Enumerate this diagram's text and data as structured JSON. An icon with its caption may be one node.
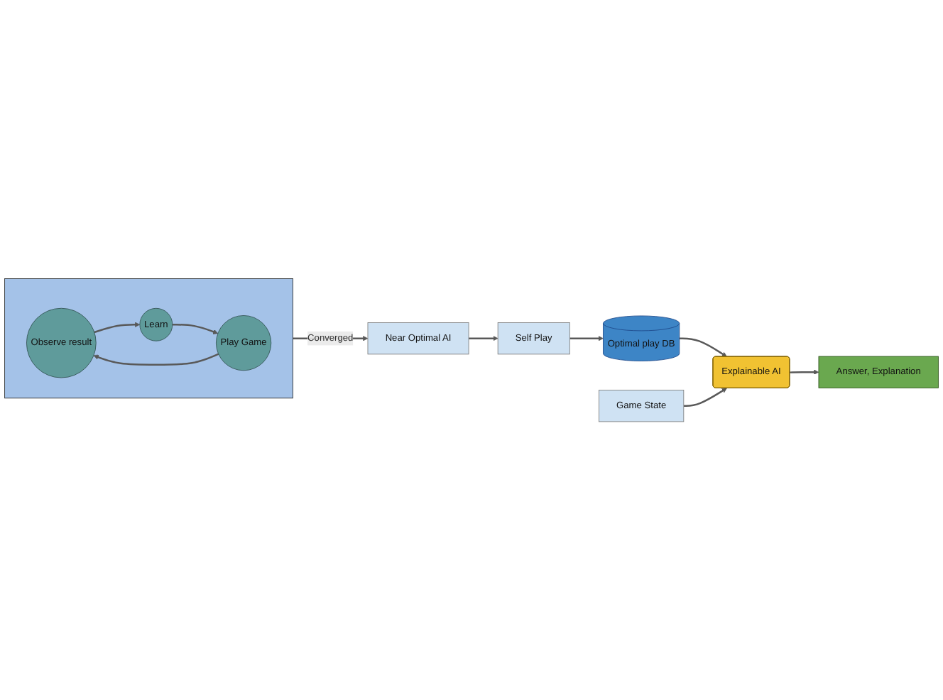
{
  "diagram": {
    "nodes": [
      {
        "text": [],
        "shape": "box"
      },
      {
        "text": [
          "Observe result"
        ],
        "in": 0
      },
      {
        "text": [
          "Learn"
        ],
        "in": 0
      },
      {
        "text": [
          "Play Game"
        ],
        "in": 0
      },
      {
        "text": [
          "Near Optimal AI"
        ]
      },
      {
        "text": [
          "Self Play"
        ]
      },
      {
        "text": [
          "Optimal play DB"
        ]
      },
      {
        "text": [
          "Game State"
        ]
      },
      {
        "text": [
          "Explainable AI"
        ]
      },
      {
        "text": [
          "Answer, Explanation"
        ]
      }
    ],
    "edges": [
      {
        "from": 1,
        "to": 2,
        "arrow": "to"
      },
      {
        "from": 2,
        "to": 3,
        "arrow": "to"
      },
      {
        "from": 3,
        "to": 1,
        "arrow": "to"
      },
      {
        "from": 0,
        "to": 4,
        "arrow": "to",
        "label": "Converged"
      },
      {
        "from": 4,
        "to": 5,
        "arrow": "to"
      },
      {
        "from": 5,
        "to": 6,
        "arrow": "to"
      },
      {
        "from": 6,
        "to": 8,
        "arrow": "to"
      },
      {
        "from": 7,
        "to": 8,
        "arrow": "to"
      },
      {
        "from": 8,
        "to": 9,
        "arrow": "to"
      }
    ]
  }
}
